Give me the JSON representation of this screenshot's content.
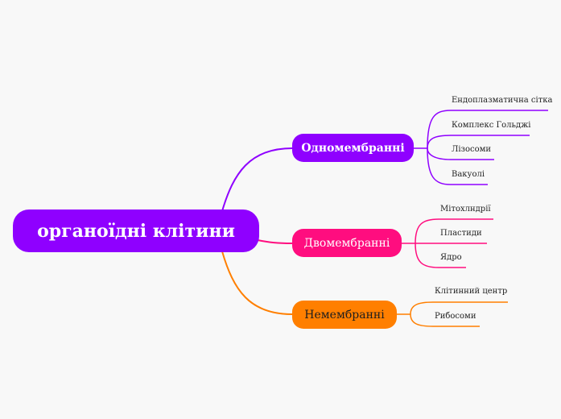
{
  "root": {
    "label": "органоїдні клітини",
    "color": "#8f00ff"
  },
  "branches": [
    {
      "label": "Одномембранні",
      "color": "#8f00ff",
      "children": [
        "Ендоплазматична сітка",
        "Комплекс Гольджі",
        "Лізосоми",
        "Вакуолі"
      ]
    },
    {
      "label": "Двомембранні",
      "color": "#ff0d7f",
      "children": [
        "Мітохлндрії",
        "Пластиди",
        "Ядро"
      ]
    },
    {
      "label": "Немембранні",
      "color": "#ff7f00",
      "children": [
        "Клітинний центр",
        "Рибосоми"
      ]
    }
  ]
}
